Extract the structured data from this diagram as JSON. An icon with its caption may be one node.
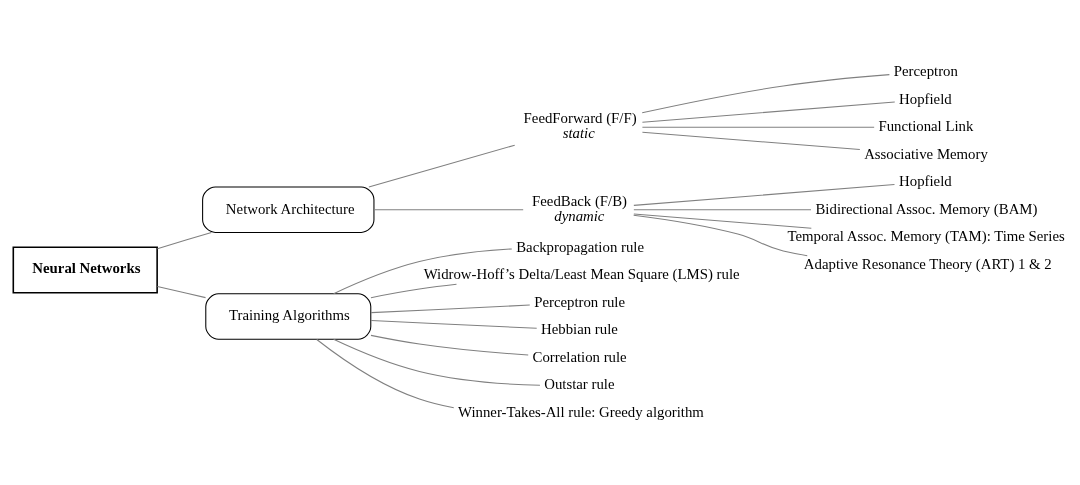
{
  "diagram": {
    "nodes": [
      {
        "text": [
          "Neural Networks"
        ]
      },
      {
        "text": [
          "Network Architecture"
        ]
      },
      {
        "text": [
          "Training Algorithms"
        ]
      },
      {
        "text": [
          "FeedForward (F/F)",
          "static"
        ]
      },
      {
        "text": [
          "FeedBack (F/B)",
          "dynamic"
        ]
      },
      {
        "text": [
          "Perceptron"
        ]
      },
      {
        "text": [
          "Hopfield"
        ]
      },
      {
        "text": [
          "Functional Link"
        ]
      },
      {
        "text": [
          "Associative Memory"
        ]
      },
      {
        "text": [
          "Hopfield"
        ]
      },
      {
        "text": [
          "Bidirectional Assoc. Memory (BAM)"
        ]
      },
      {
        "text": [
          "Temporal Assoc. Memory (TAM): Time Series"
        ]
      },
      {
        "text": [
          "Adaptive Resonance Theory (ART) 1 & 2"
        ]
      },
      {
        "text": [
          "Backpropagation rule"
        ]
      },
      {
        "text": [
          "Widrow-Hoff’s Delta/Least Mean Square (LMS) rule"
        ]
      },
      {
        "text": [
          "Perceptron rule"
        ]
      },
      {
        "text": [
          "Hebbian rule"
        ]
      },
      {
        "text": [
          "Correlation rule"
        ]
      },
      {
        "text": [
          "Outstar rule"
        ]
      },
      {
        "text": [
          "Winner-Takes-All rule: Greedy algorithm"
        ]
      }
    ],
    "edges": [
      {
        "from": 0,
        "to": 1,
        "arrow": "none"
      },
      {
        "from": 0,
        "to": 2,
        "arrow": "none"
      },
      {
        "from": 1,
        "to": 3,
        "arrow": "none"
      },
      {
        "from": 1,
        "to": 4,
        "arrow": "none"
      },
      {
        "from": 3,
        "to": 5,
        "arrow": "none"
      },
      {
        "from": 3,
        "to": 6,
        "arrow": "none"
      },
      {
        "from": 3,
        "to": 7,
        "arrow": "none"
      },
      {
        "from": 3,
        "to": 8,
        "arrow": "none"
      },
      {
        "from": 4,
        "to": 9,
        "arrow": "none"
      },
      {
        "from": 4,
        "to": 10,
        "arrow": "none"
      },
      {
        "from": 4,
        "to": 11,
        "arrow": "none"
      },
      {
        "from": 4,
        "to": 12,
        "arrow": "none"
      },
      {
        "from": 2,
        "to": 13,
        "arrow": "none"
      },
      {
        "from": 2,
        "to": 14,
        "arrow": "none"
      },
      {
        "from": 2,
        "to": 15,
        "arrow": "none"
      },
      {
        "from": 2,
        "to": 16,
        "arrow": "none"
      },
      {
        "from": 2,
        "to": 17,
        "arrow": "none"
      },
      {
        "from": 2,
        "to": 18,
        "arrow": "none"
      },
      {
        "from": 2,
        "to": 19,
        "arrow": "none"
      }
    ]
  }
}
